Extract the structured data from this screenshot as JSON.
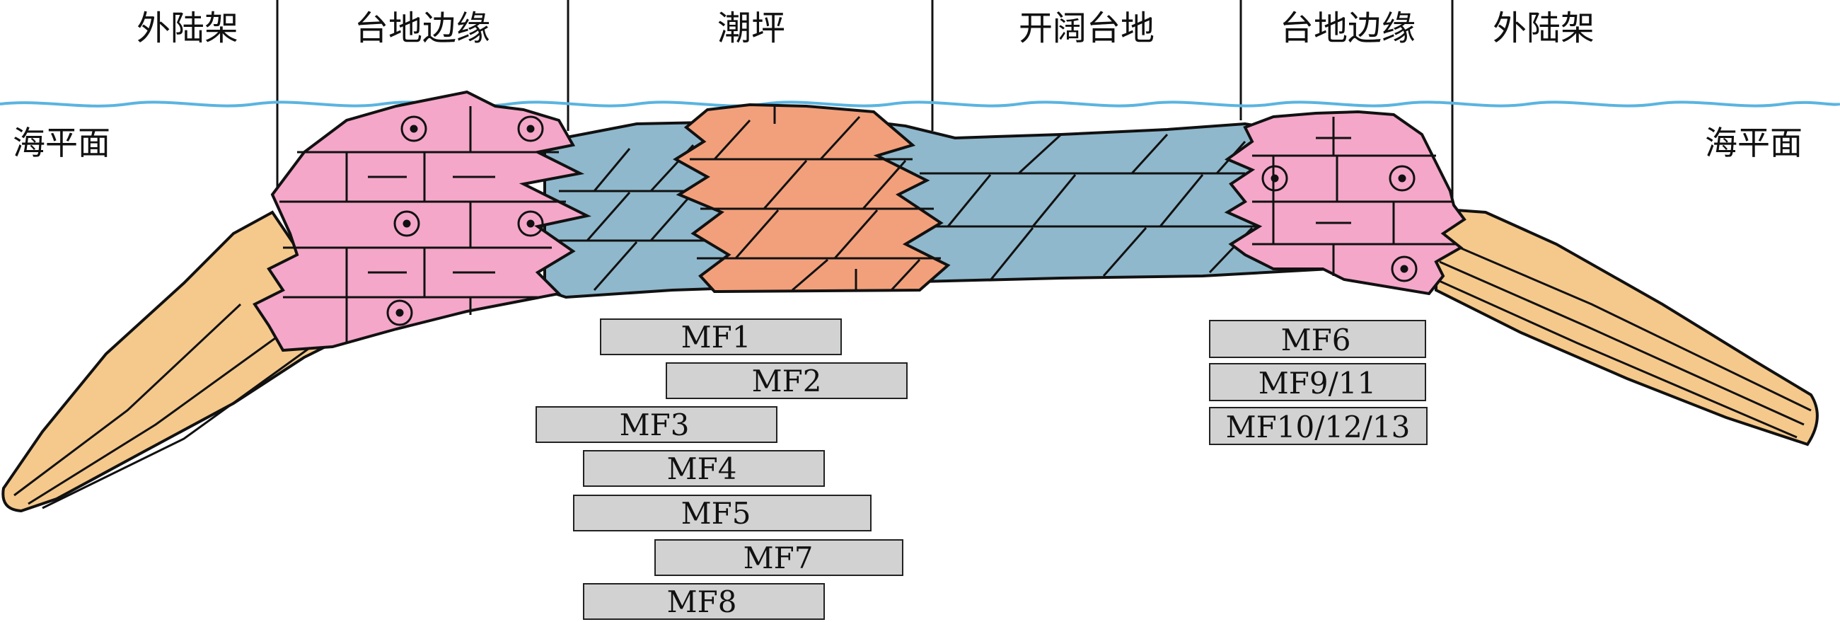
{
  "zones": [
    {
      "id": "outer-shelf-left",
      "label": "外陆架"
    },
    {
      "id": "platform-margin-left",
      "label": "台地边缘"
    },
    {
      "id": "tidal-flat",
      "label": "潮坪"
    },
    {
      "id": "open-platform",
      "label": "开阔台地"
    },
    {
      "id": "platform-margin-right",
      "label": "台地边缘"
    },
    {
      "id": "outer-shelf-right",
      "label": "外陆架"
    }
  ],
  "sea_level": {
    "left_label": "海平面",
    "right_label": "海平面",
    "color": "#5ab4e0"
  },
  "colors": {
    "margin_pink": "#f4a7c9",
    "platform_blue": "#8fb8cc",
    "tidal_orange": "#f2a07b",
    "shelf_tan": "#f5c98c",
    "label_box": "#d3d2d2"
  },
  "microfacies_left": [
    "MF1",
    "MF2",
    "MF3",
    "MF4",
    "MF5",
    "MF7",
    "MF8"
  ],
  "microfacies_right": [
    "MF6",
    "MF9/11",
    "MF10/12/13"
  ]
}
